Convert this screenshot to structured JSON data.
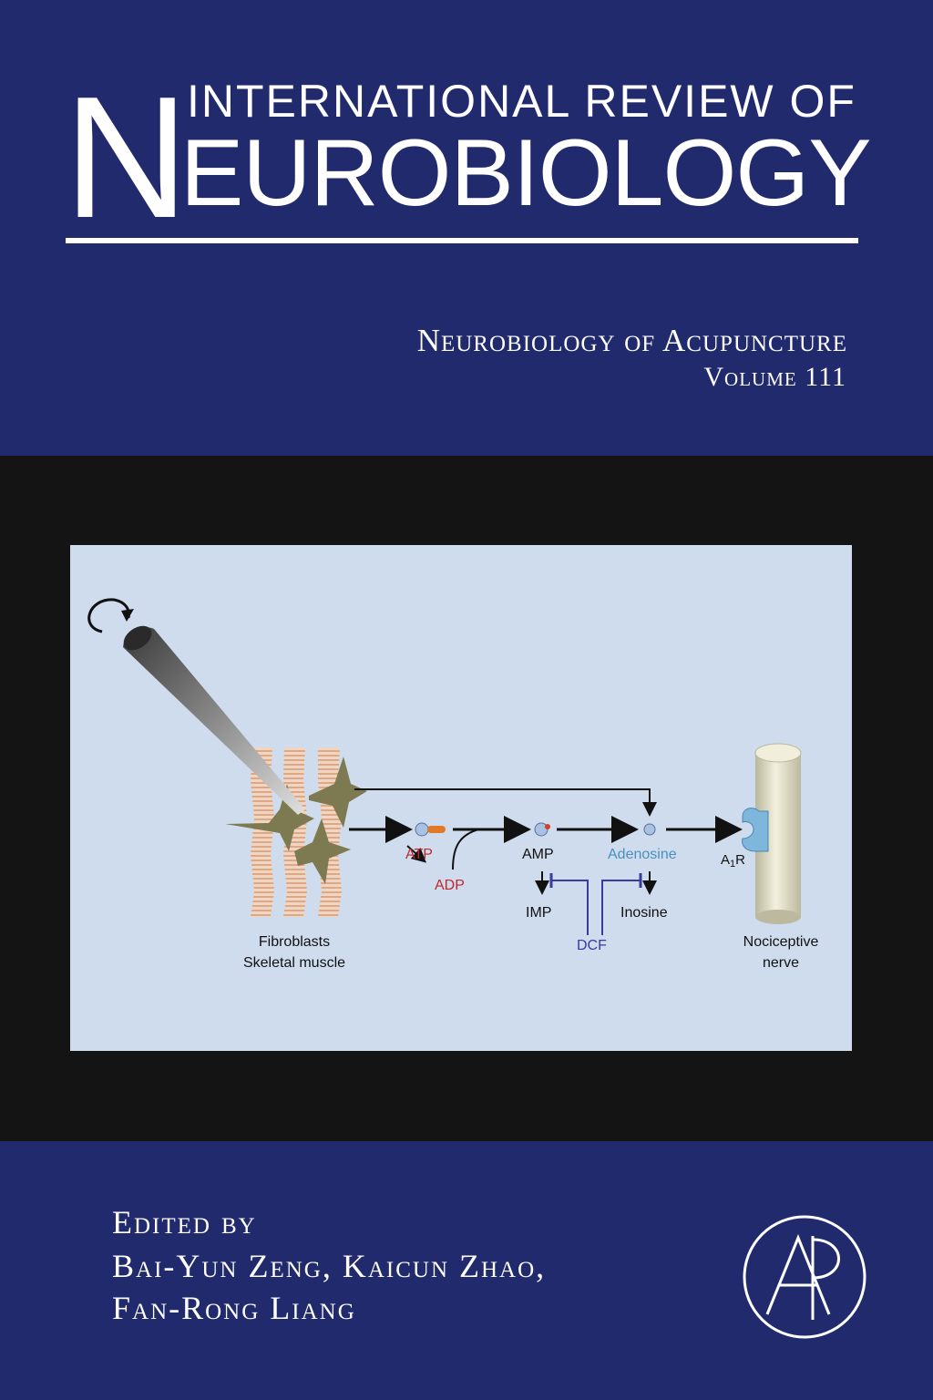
{
  "series": {
    "initial": "N",
    "line1": "INTERNATIONAL REVIEW OF",
    "line2": "EUROBIOLOGY"
  },
  "volume": {
    "title": "Neurobiology of Acupuncture",
    "number": "Volume 111"
  },
  "figure": {
    "labels": {
      "atp": "ATP",
      "adp": "ADP",
      "amp": "AMP",
      "adenosine": "Adenosine",
      "a1r_main": "A",
      "a1r_sub": "1",
      "a1r_tail": "R",
      "imp": "IMP",
      "inosine": "Inosine",
      "dcf": "DCF",
      "fibroblasts": "Fibroblasts",
      "skeletal_muscle": "Skeletal muscle",
      "nociceptive": "Nociceptive",
      "nerve": "nerve"
    },
    "colors": {
      "background": "#cfdcee",
      "atp_adp": "#c0282a",
      "adenosine": "#4a8fc0",
      "dcf": "#3a3aa0",
      "star": "#7d7a52",
      "muscle": "#e7c0a3",
      "nerve": "#e7e5cf",
      "receptor": "#7eb6dc"
    }
  },
  "editors": {
    "heading": "Edited by",
    "line1": "Bai-Yun Zeng, Kaicun Zhao,",
    "line2": "Fan-Rong Liang"
  },
  "publisher": {
    "logo_icon": "academic-press-ap-logo-icon"
  },
  "colors": {
    "navy": "#222a6e",
    "band": "#141414",
    "text": "#ffffff"
  }
}
